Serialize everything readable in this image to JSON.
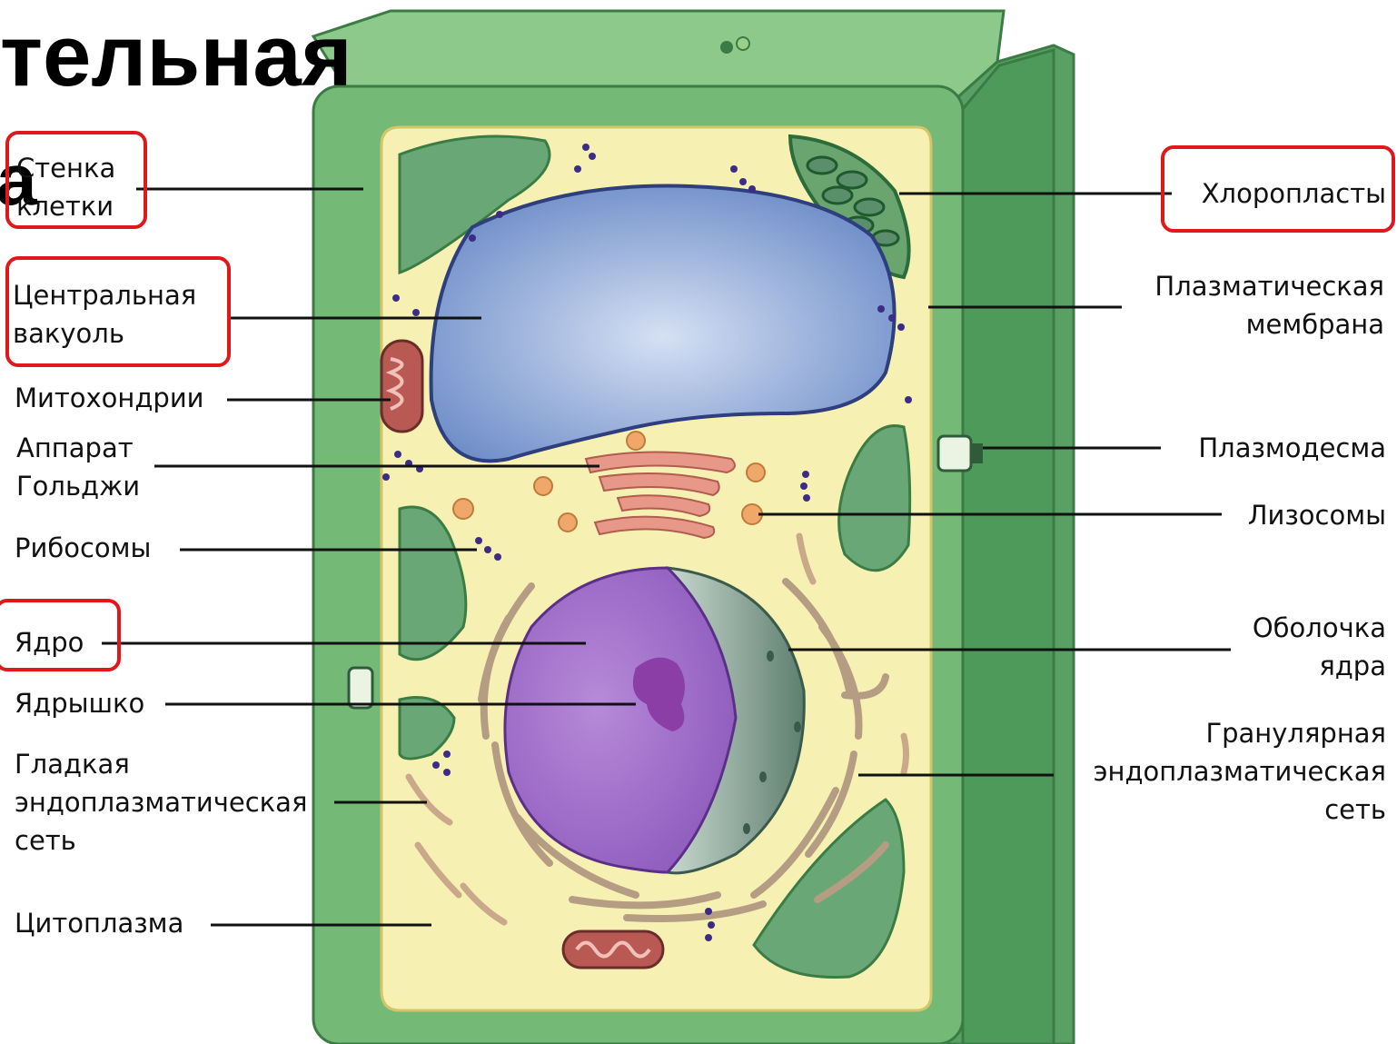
{
  "title": {
    "line1": "тельная",
    "line2": "а"
  },
  "labels_left": {
    "cell_wall": "Стенка\nклетки",
    "central_vacuole": "Центральная\nвакуоль",
    "mitochondria": "Митохондрии",
    "golgi": "Аппарат\nГольджи",
    "ribosomes": "Рибосомы",
    "nucleus": "Ядро",
    "nucleolus": "Ядрышко",
    "smooth_er": "Гладкая\nэндоплазматическая\nсеть",
    "cytoplasm": "Цитоплазма"
  },
  "labels_right": {
    "chloroplasts": "Хлоропласты",
    "plasma_membrane": "Плазматическая\nмембрана",
    "plasmodesma": "Плазмодесма",
    "lysosomes": "Лизосомы",
    "nuclear_envelope": "Оболочка\nядра",
    "rough_er": "Гранулярная\nэндоплазматическая\nсеть"
  },
  "highlighted_labels": [
    "cell_wall",
    "central_vacuole",
    "nucleus",
    "chloroplasts"
  ],
  "colors": {
    "wall_green": "#6fb46f",
    "wall_dark": "#3f8a4a",
    "cytoplasm": "#f6f1b3",
    "vacuole": "#8fa7d6",
    "nucleus": "#a978cf",
    "chloroplast": "#69a876",
    "highlight": "#e0181c"
  }
}
